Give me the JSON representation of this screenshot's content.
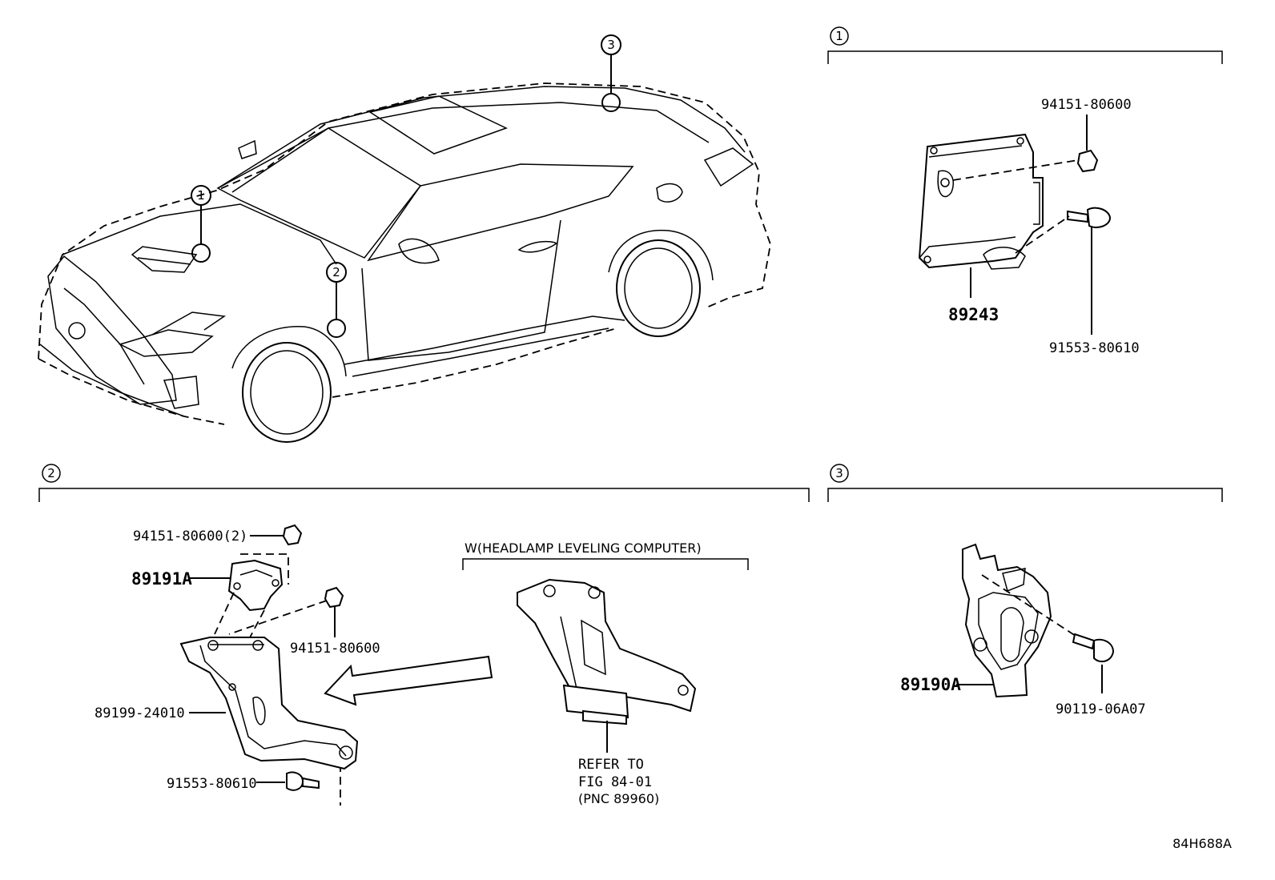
{
  "diagram_code": "84H688A",
  "car": {
    "callouts": [
      {
        "number": "1"
      },
      {
        "number": "2"
      },
      {
        "number": "3"
      }
    ]
  },
  "section1": {
    "number": "1",
    "parts": {
      "nut": "94151-80600",
      "module": "89243",
      "bolt": "91553-80610"
    }
  },
  "section2": {
    "number": "2",
    "parts": {
      "nut_pair": "94151-80600(2)",
      "sensor": "89191A",
      "nut": "94151-80600",
      "bracket": "89199-24010",
      "bolt": "91553-80610"
    },
    "variant_label": "W(HEADLAMP LEVELING COMPUTER)",
    "refer": {
      "line1": "REFER TO",
      "line2": "FIG 84-01",
      "line3": "(PNC 89960)"
    }
  },
  "section3": {
    "number": "3",
    "parts": {
      "bracket": "89190A",
      "bolt": "90119-06A07"
    }
  }
}
